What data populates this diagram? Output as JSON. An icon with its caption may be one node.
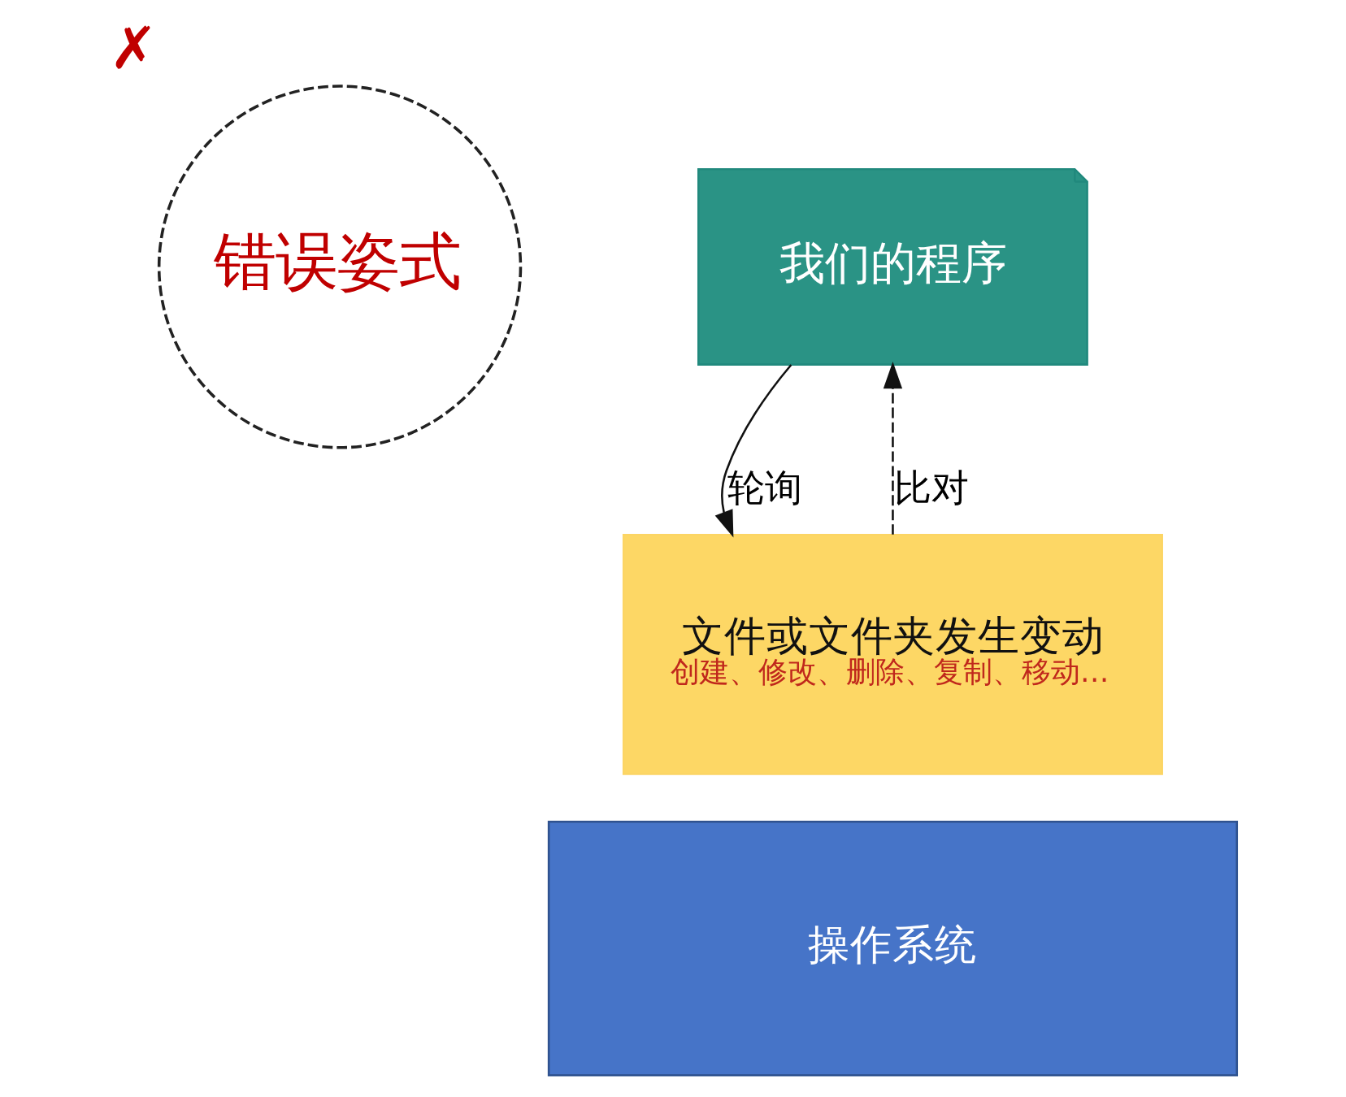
{
  "diagram": {
    "nodes": [
      {
        "text": [
          "错误姿式"
        ],
        "beside": [
          "✗"
        ]
      },
      {
        "text": [
          "我们的程序"
        ]
      },
      {
        "text": [
          "文件或文件夹发生变动",
          "创建、修改、删除、复制、移动…"
        ]
      },
      {
        "text": [
          "操作系统"
        ]
      }
    ],
    "edges": [
      {
        "from": 1,
        "to": 2,
        "arrow": "to",
        "label": "轮询"
      },
      {
        "from": 2,
        "to": 1,
        "arrow": "to",
        "label": "比对",
        "style": "dashed"
      }
    ]
  }
}
